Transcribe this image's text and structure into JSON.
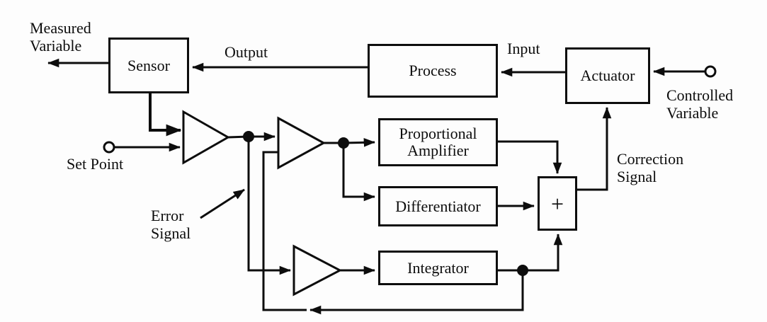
{
  "figure": {
    "type": "block-diagram",
    "subject": "PID feedback control loop",
    "colors": {
      "line": "#0d0d0d",
      "background": "#fdfdfd"
    },
    "blocks": {
      "sensor": "Sensor",
      "process": "Process",
      "actuator": "Actuator",
      "proportional_line1": "Proportional",
      "proportional_line2": "Amplifier",
      "differentiator": "Differentiator",
      "integrator": "Integrator",
      "summer": "+"
    },
    "labels": {
      "measured_line1": "Measured",
      "measured_line2": "Variable",
      "output": "Output",
      "input": "Input",
      "controlled_line1": "Controlled",
      "controlled_line2": "Variable",
      "set_point": "Set Point",
      "error_line1": "Error",
      "error_line2": "Signal",
      "correction_line1": "Correction",
      "correction_line2": "Signal"
    }
  }
}
